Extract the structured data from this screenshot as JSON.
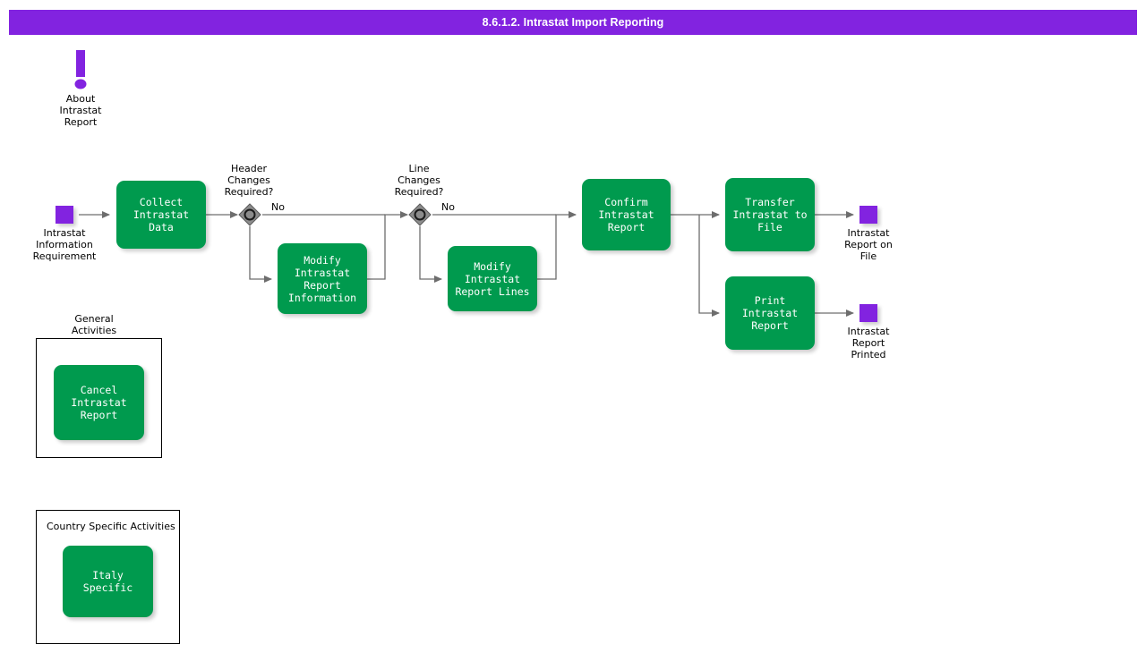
{
  "header": {
    "title": "8.6.1.2. Intrastat Import Reporting",
    "bg_color": "#8223e0",
    "text_color": "#ffffff"
  },
  "colors": {
    "task_green": "#009A4E",
    "event_purple": "#8223e0",
    "gateway_gray": "#808080",
    "connector": "#666666",
    "border_black": "#000000"
  },
  "annotation": {
    "icon": "exclamation-icon",
    "label": "About\nIntrastat\nReport"
  },
  "events": [
    {
      "name": "start-event",
      "label": "Intrastat\nInformation\nRequirement"
    },
    {
      "name": "end-event-file",
      "label": "Intrastat\nReport on\nFile"
    },
    {
      "name": "end-event-printed",
      "label": "Intrastat\nReport\nPrinted"
    }
  ],
  "tasks": [
    {
      "name": "collect-intrastat-data",
      "label": "Collect Intrastat\nData"
    },
    {
      "name": "modify-intrastat-report-information",
      "label": "Modify Intrastat\nReport\nInformation"
    },
    {
      "name": "modify-intrastat-report-lines",
      "label": "Modify Intrastat\nReport Lines"
    },
    {
      "name": "confirm-intrastat-report",
      "label": "Confirm\nIntrastat Report"
    },
    {
      "name": "transfer-intrastat-to-file",
      "label": "Transfer\nIntrastat to File"
    },
    {
      "name": "print-intrastat-report",
      "label": "Print Intrastat\nReport"
    },
    {
      "name": "cancel-intrastat-report",
      "label": "Cancel Intrastat\nReport"
    },
    {
      "name": "italy-specific",
      "label": "Italy Specific"
    }
  ],
  "gateways": [
    {
      "name": "header-changes-gateway",
      "label": "Header\nChanges\nRequired?",
      "flow_label": "No"
    },
    {
      "name": "line-changes-gateway",
      "label": "Line\nChanges\nRequired?",
      "flow_label": "No"
    }
  ],
  "groups": [
    {
      "name": "general-activities-group",
      "title": "General\nActivities"
    },
    {
      "name": "country-specific-activities-group",
      "title": "Country Specific Activities"
    }
  ]
}
